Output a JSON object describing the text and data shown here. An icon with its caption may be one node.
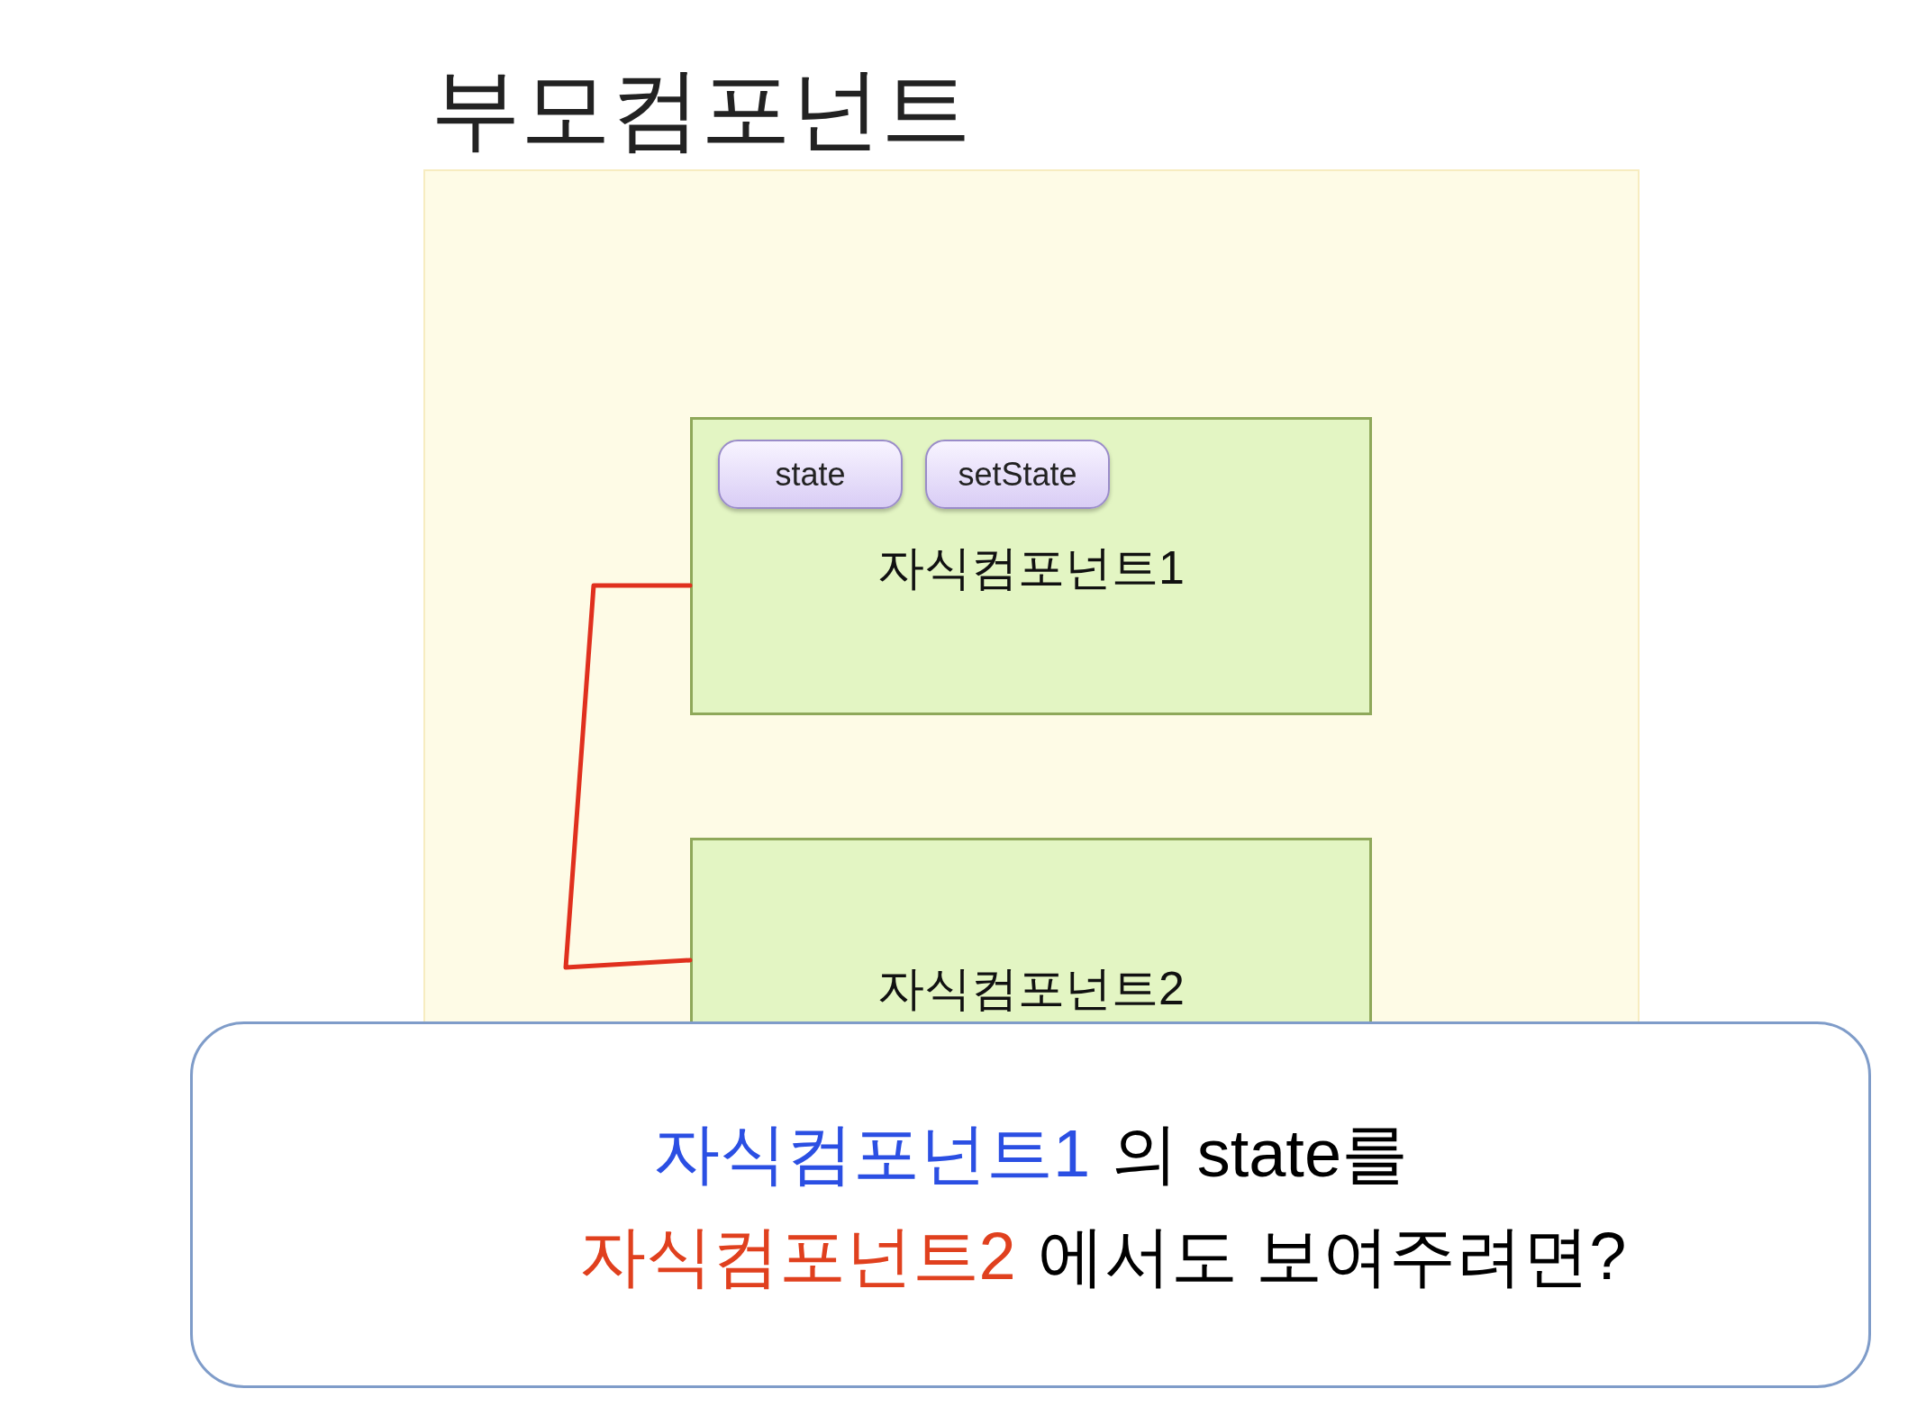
{
  "diagram": {
    "nodes": [
      {
        "text": [
          "부모컴포넌트"
        ]
      },
      {
        "text": [
          "자식컴포넌트1"
        ],
        "in": 0
      },
      {
        "text": [
          "state"
        ],
        "in": 1
      },
      {
        "text": [
          "setState"
        ],
        "in": 1
      },
      {
        "text": [
          "자식컴포넌트2"
        ],
        "in": 0
      },
      {
        "text": [
          "자식컴포넌트1",
          "의 state를",
          "자식컴포넌트2",
          "에서도 보여주려면?"
        ]
      }
    ],
    "edges": [
      {
        "from": 1,
        "to": 4,
        "arrow": "none",
        "color": "#e0301e"
      }
    ]
  }
}
